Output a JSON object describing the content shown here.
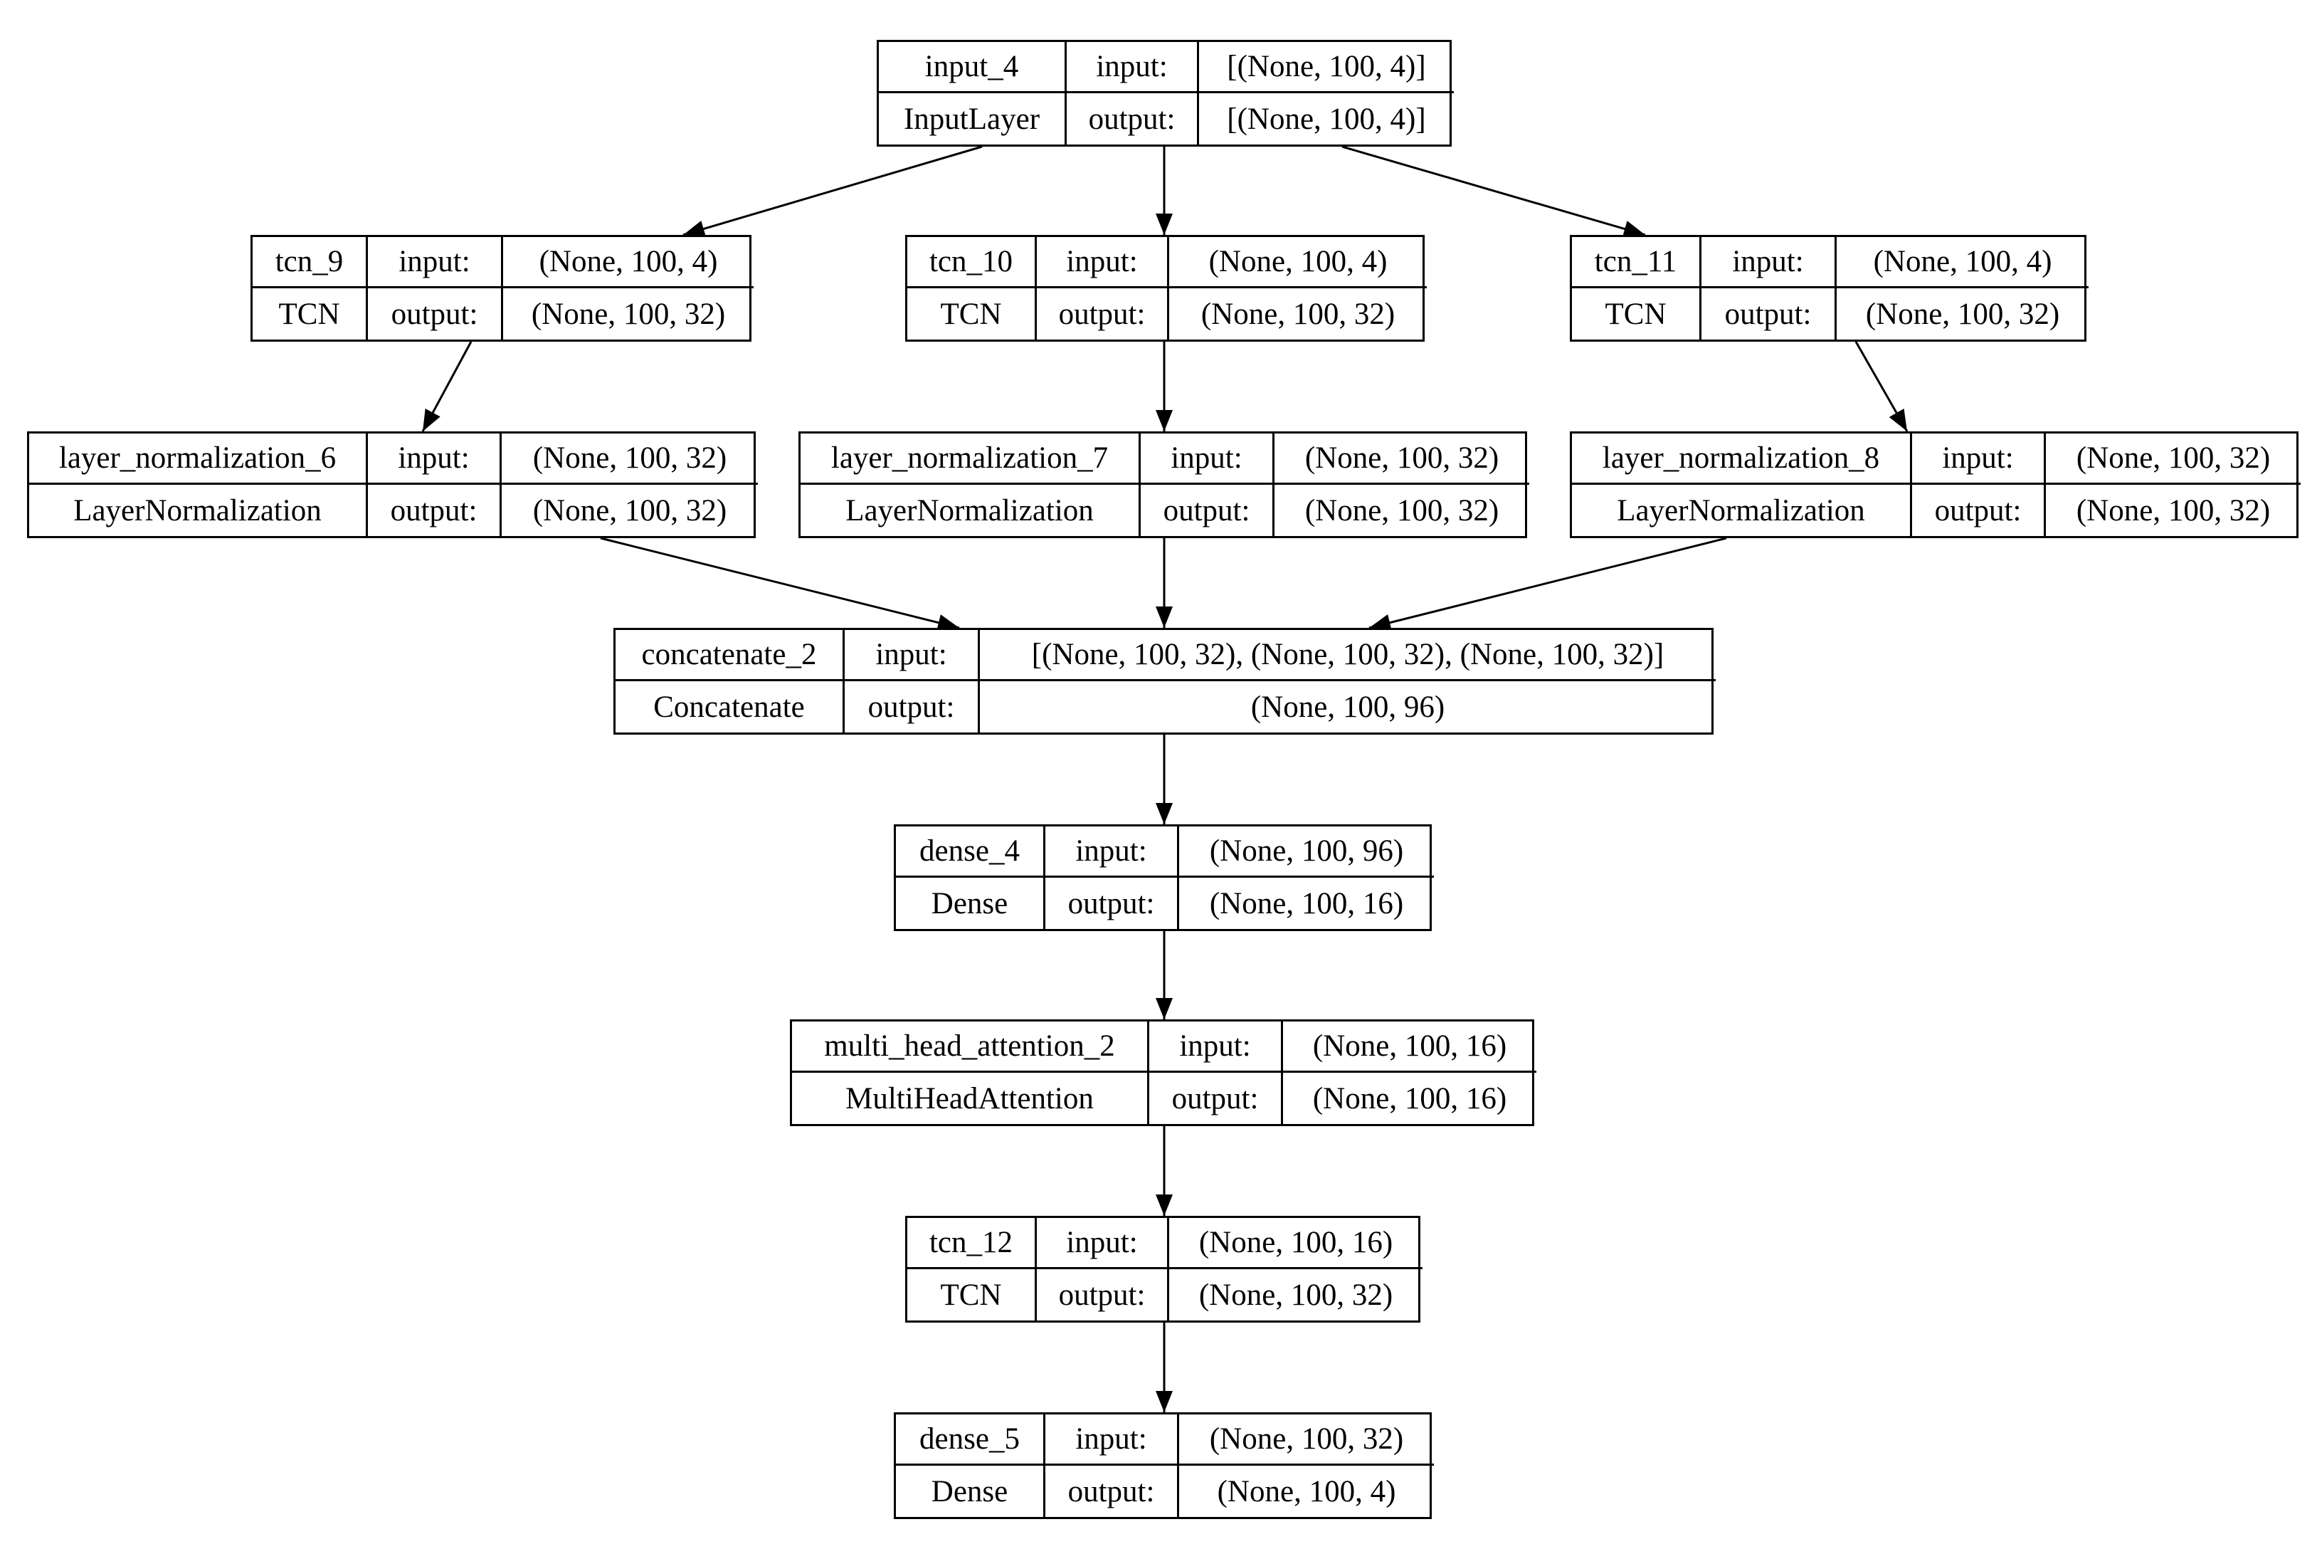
{
  "layers": [
    {
      "id": "input_4",
      "name": "input_4",
      "type": "InputLayer",
      "input_label": "input:",
      "output_label": "output:",
      "input_shape": "[(None, 100, 4)]",
      "output_shape": "[(None, 100, 4)]"
    },
    {
      "id": "tcn_9",
      "name": "tcn_9",
      "type": "TCN",
      "input_label": "input:",
      "output_label": "output:",
      "input_shape": "(None, 100, 4)",
      "output_shape": "(None, 100, 32)"
    },
    {
      "id": "tcn_10",
      "name": "tcn_10",
      "type": "TCN",
      "input_label": "input:",
      "output_label": "output:",
      "input_shape": "(None, 100, 4)",
      "output_shape": "(None, 100, 32)"
    },
    {
      "id": "tcn_11",
      "name": "tcn_11",
      "type": "TCN",
      "input_label": "input:",
      "output_label": "output:",
      "input_shape": "(None, 100, 4)",
      "output_shape": "(None, 100, 32)"
    },
    {
      "id": "layer_normalization_6",
      "name": "layer_normalization_6",
      "type": "LayerNormalization",
      "input_label": "input:",
      "output_label": "output:",
      "input_shape": "(None, 100, 32)",
      "output_shape": "(None, 100, 32)"
    },
    {
      "id": "layer_normalization_7",
      "name": "layer_normalization_7",
      "type": "LayerNormalization",
      "input_label": "input:",
      "output_label": "output:",
      "input_shape": "(None, 100, 32)",
      "output_shape": "(None, 100, 32)"
    },
    {
      "id": "layer_normalization_8",
      "name": "layer_normalization_8",
      "type": "LayerNormalization",
      "input_label": "input:",
      "output_label": "output:",
      "input_shape": "(None, 100, 32)",
      "output_shape": "(None, 100, 32)"
    },
    {
      "id": "concatenate_2",
      "name": "concatenate_2",
      "type": "Concatenate",
      "input_label": "input:",
      "output_label": "output:",
      "input_shape": "[(None, 100, 32), (None, 100, 32), (None, 100, 32)]",
      "output_shape": "(None, 100, 96)"
    },
    {
      "id": "dense_4",
      "name": "dense_4",
      "type": "Dense",
      "input_label": "input:",
      "output_label": "output:",
      "input_shape": "(None, 100, 96)",
      "output_shape": "(None, 100, 16)"
    },
    {
      "id": "multi_head_attention_2",
      "name": "multi_head_attention_2",
      "type": "MultiHeadAttention",
      "input_label": "input:",
      "output_label": "output:",
      "input_shape": "(None, 100, 16)",
      "output_shape": "(None, 100, 16)"
    },
    {
      "id": "tcn_12",
      "name": "tcn_12",
      "type": "TCN",
      "input_label": "input:",
      "output_label": "output:",
      "input_shape": "(None, 100, 16)",
      "output_shape": "(None, 100, 32)"
    },
    {
      "id": "dense_5",
      "name": "dense_5",
      "type": "Dense",
      "input_label": "input:",
      "output_label": "output:",
      "input_shape": "(None, 100, 32)",
      "output_shape": "(None, 100, 4)"
    }
  ],
  "edges": [
    [
      "input_4",
      "tcn_9"
    ],
    [
      "input_4",
      "tcn_10"
    ],
    [
      "input_4",
      "tcn_11"
    ],
    [
      "tcn_9",
      "layer_normalization_6"
    ],
    [
      "tcn_10",
      "layer_normalization_7"
    ],
    [
      "tcn_11",
      "layer_normalization_8"
    ],
    [
      "layer_normalization_6",
      "concatenate_2"
    ],
    [
      "layer_normalization_7",
      "concatenate_2"
    ],
    [
      "layer_normalization_8",
      "concatenate_2"
    ],
    [
      "concatenate_2",
      "dense_4"
    ],
    [
      "dense_4",
      "multi_head_attention_2"
    ],
    [
      "multi_head_attention_2",
      "tcn_12"
    ],
    [
      "tcn_12",
      "dense_5"
    ]
  ]
}
